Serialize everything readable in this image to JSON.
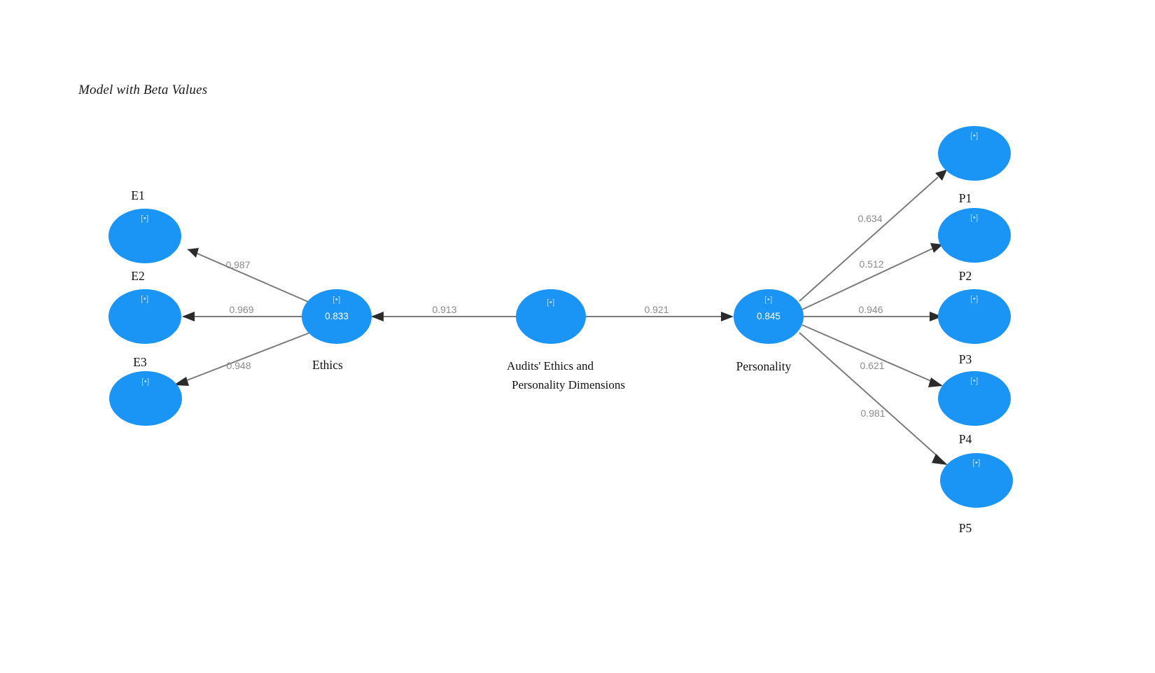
{
  "figure": {
    "title": "Model with Beta Values",
    "accent_color": "#1B95F5",
    "edge_color": "#7b7b7b",
    "edge_label_color": "#8c8c8c",
    "node_tag": "[•]"
  },
  "chart_data": {
    "type": "diagram",
    "title": "Model with Beta Values",
    "diagram_kind": "structural-equation-model-path-diagram",
    "nodes": [
      {
        "id": "E1",
        "caption": "E1",
        "tag": "[•]",
        "value": "",
        "kind": "indicator",
        "side": "left"
      },
      {
        "id": "E2",
        "caption": "E2",
        "tag": "[•]",
        "value": "",
        "kind": "indicator",
        "side": "left"
      },
      {
        "id": "E3",
        "caption": "E3",
        "tag": "[•]",
        "value": "",
        "kind": "indicator",
        "side": "left"
      },
      {
        "id": "ETHICS",
        "caption": "Ethics",
        "tag": "[•]",
        "value": "0.833",
        "kind": "latent",
        "side": "left"
      },
      {
        "id": "CORE",
        "caption_line1": "Audits' Ethics and",
        "caption_line2": "Personality Dimensions",
        "tag": "[•]",
        "value": "",
        "kind": "latent",
        "side": "center"
      },
      {
        "id": "PERSONALITY",
        "caption": "Personality",
        "tag": "[•]",
        "value": "0.845",
        "kind": "latent",
        "side": "right"
      },
      {
        "id": "P1",
        "caption": "P1",
        "tag": "[•]",
        "value": "",
        "kind": "indicator",
        "side": "right"
      },
      {
        "id": "P2",
        "caption": "P2",
        "tag": "[•]",
        "value": "",
        "kind": "indicator",
        "side": "right"
      },
      {
        "id": "P3",
        "caption": "P3",
        "tag": "[•]",
        "value": "",
        "kind": "indicator",
        "side": "right"
      },
      {
        "id": "P4",
        "caption": "P4",
        "tag": "[•]",
        "value": "",
        "kind": "indicator",
        "side": "right"
      },
      {
        "id": "P5",
        "caption": "P5",
        "tag": "[•]",
        "value": "",
        "kind": "indicator",
        "side": "right"
      }
    ],
    "edges": [
      {
        "from": "ETHICS",
        "to": "E1",
        "label": "0.987"
      },
      {
        "from": "ETHICS",
        "to": "E2",
        "label": "0.969"
      },
      {
        "from": "ETHICS",
        "to": "E3",
        "label": "0.948"
      },
      {
        "from": "CORE",
        "to": "ETHICS",
        "label": "0.913"
      },
      {
        "from": "CORE",
        "to": "PERSONALITY",
        "label": "0.921"
      },
      {
        "from": "PERSONALITY",
        "to": "P1",
        "label": "0.634"
      },
      {
        "from": "PERSONALITY",
        "to": "P2",
        "label": "0.512"
      },
      {
        "from": "PERSONALITY",
        "to": "P3",
        "label": "0.946"
      },
      {
        "from": "PERSONALITY",
        "to": "P4",
        "label": "0.621"
      },
      {
        "from": "PERSONALITY",
        "to": "P5",
        "label": "0.981"
      }
    ]
  },
  "nodes": {
    "e1": {
      "tag": "[•]",
      "caption": "E1"
    },
    "e2": {
      "tag": "[•]",
      "caption": "E2"
    },
    "e3": {
      "tag": "[•]",
      "caption": "E3"
    },
    "ethics": {
      "tag": "[•]",
      "value": "0.833",
      "caption": "Ethics"
    },
    "core": {
      "tag": "[•]",
      "caption_line1": "Audits' Ethics and",
      "caption_line2": "Personality Dimensions"
    },
    "personality": {
      "tag": "[•]",
      "value": "0.845",
      "caption": "Personality"
    },
    "p1": {
      "tag": "[•]",
      "caption": "P1"
    },
    "p2": {
      "tag": "[•]",
      "caption": "P2"
    },
    "p3": {
      "tag": "[•]",
      "caption": "P3"
    },
    "p4": {
      "tag": "[•]",
      "caption": "P4"
    },
    "p5": {
      "tag": "[•]",
      "caption": "P5"
    }
  },
  "edge_labels": {
    "ethics_e1": "0.987",
    "ethics_e2": "0.969",
    "ethics_e3": "0.948",
    "core_ethics": "0.913",
    "core_personality": "0.921",
    "personality_p1": "0.634",
    "personality_p2": "0.512",
    "personality_p3": "0.946",
    "personality_p4": "0.621",
    "personality_p5": "0.981"
  }
}
